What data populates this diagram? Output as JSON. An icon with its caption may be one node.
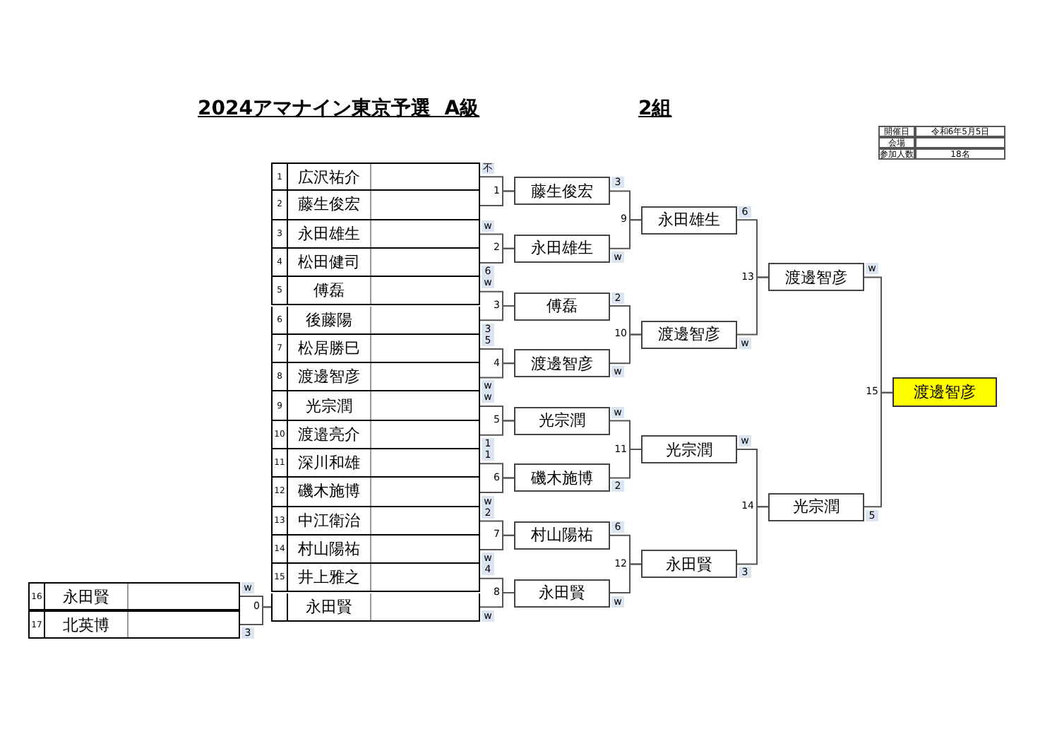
{
  "diagram": {
    "title": "2024アマナイン東京予選  A級",
    "nodes": [
      {
        "text": [
          "1",
          "広沢祐介"
        ],
        "beside": [
          "不"
        ]
      },
      {
        "text": [
          "2",
          "藤生俊宏"
        ]
      },
      {
        "text": [
          "3",
          "永田雄生"
        ],
        "beside": [
          "w"
        ]
      },
      {
        "text": [
          "4",
          "松田健司"
        ],
        "beside": [
          "6"
        ]
      },
      {
        "text": [
          "5",
          "傅磊"
        ],
        "beside": [
          "w"
        ]
      },
      {
        "text": [
          "6",
          "後藤陽"
        ],
        "beside": [
          "3"
        ]
      },
      {
        "text": [
          "7",
          "松居勝巳"
        ],
        "beside": [
          "5"
        ]
      },
      {
        "text": [
          "8",
          "渡邊智彦"
        ],
        "beside": [
          "w"
        ]
      },
      {
        "text": [
          "9",
          "光宗潤"
        ],
        "beside": [
          "w"
        ]
      },
      {
        "text": [
          "10",
          "渡邉亮介"
        ],
        "beside": [
          "1"
        ]
      },
      {
        "text": [
          "11",
          "深川和雄"
        ],
        "beside": [
          "1"
        ]
      },
      {
        "text": [
          "12",
          "磯木施博"
        ],
        "beside": [
          "w"
        ]
      },
      {
        "text": [
          "13",
          "中江衛治"
        ],
        "beside": [
          "2"
        ]
      },
      {
        "text": [
          "14",
          "村山陽祐"
        ],
        "beside": [
          "w"
        ]
      },
      {
        "text": [
          "15",
          "井上雅之"
        ],
        "beside": [
          "4"
        ]
      },
      {
        "text": [
          "永田賢"
        ],
        "beside": [
          "w"
        ]
      },
      {
        "text": [
          "16",
          "永田賢"
        ],
        "beside": [
          "w"
        ]
      },
      {
        "text": [
          "17",
          "北英博"
        ],
        "beside": [
          "3"
        ]
      },
      {
        "text": [
          "藤生俊宏"
        ],
        "beside": [
          "3"
        ]
      },
      {
        "text": [
          "永田雄生"
        ],
        "beside": [
          "w"
        ]
      },
      {
        "text": [
          "傅磊"
        ],
        "beside": [
          "2"
        ]
      },
      {
        "text": [
          "渡邊智彦"
        ],
        "beside": [
          "w"
        ]
      },
      {
        "text": [
          "光宗潤"
        ],
        "beside": [
          "w"
        ]
      },
      {
        "text": [
          "磯木施博"
        ],
        "beside": [
          "2"
        ]
      },
      {
        "text": [
          "村山陽祐"
        ],
        "beside": [
          "6"
        ]
      },
      {
        "text": [
          "永田賢"
        ],
        "beside": [
          "w"
        ]
      },
      {
        "text": [
          "永田雄生"
        ],
        "beside": [
          "6"
        ]
      },
      {
        "text": [
          "渡邊智彦"
        ],
        "beside": [
          "w"
        ]
      },
      {
        "text": [
          "光宗潤"
        ],
        "beside": [
          "w"
        ]
      },
      {
        "text": [
          "永田賢"
        ],
        "beside": [
          "3"
        ]
      },
      {
        "text": [
          "渡邊智彦"
        ],
        "beside": [
          "w"
        ]
      },
      {
        "text": [
          "光宗潤"
        ],
        "beside": [
          "5"
        ]
      },
      {
        "text": [
          "渡邊智彦"
        ]
      }
    ],
    "edges": [
      {
        "from": 16,
        "to": 15,
        "arrow": "none"
      },
      {
        "from": 17,
        "to": 15,
        "arrow": "none"
      },
      {
        "from": 0,
        "to": 18,
        "arrow": "none"
      },
      {
        "from": 1,
        "to": 18,
        "arrow": "none"
      },
      {
        "from": 2,
        "to": 19,
        "arrow": "none"
      },
      {
        "from": 3,
        "to": 19,
        "arrow": "none"
      },
      {
        "from": 4,
        "to": 20,
        "arrow": "none"
      },
      {
        "from": 5,
        "to": 20,
        "arrow": "none"
      },
      {
        "from": 6,
        "to": 21,
        "arrow": "none"
      },
      {
        "from": 7,
        "to": 21,
        "arrow": "none"
      },
      {
        "from": 8,
        "to": 22,
        "arrow": "none"
      },
      {
        "from": 9,
        "to": 22,
        "arrow": "none"
      },
      {
        "from": 10,
        "to": 23,
        "arrow": "none"
      },
      {
        "from": 11,
        "to": 23,
        "arrow": "none"
      },
      {
        "from": 12,
        "to": 24,
        "arrow": "none"
      },
      {
        "from": 13,
        "to": 24,
        "arrow": "none"
      },
      {
        "from": 14,
        "to": 25,
        "arrow": "none"
      },
      {
        "from": 15,
        "to": 25,
        "arrow": "none"
      },
      {
        "from": 18,
        "to": 26,
        "arrow": "none"
      },
      {
        "from": 19,
        "to": 26,
        "arrow": "none"
      },
      {
        "from": 20,
        "to": 27,
        "arrow": "none"
      },
      {
        "from": 21,
        "to": 27,
        "arrow": "none"
      },
      {
        "from": 22,
        "to": 28,
        "arrow": "none"
      },
      {
        "from": 23,
        "to": 28,
        "arrow": "none"
      },
      {
        "from": 24,
        "to": 29,
        "arrow": "none"
      },
      {
        "from": 25,
        "to": 29,
        "arrow": "none"
      },
      {
        "from": 26,
        "to": 30,
        "arrow": "none"
      },
      {
        "from": 27,
        "to": 30,
        "arrow": "none"
      },
      {
        "from": 28,
        "to": 31,
        "arrow": "none"
      },
      {
        "from": 29,
        "to": 31,
        "arrow": "none"
      },
      {
        "from": 30,
        "to": 32,
        "arrow": "none"
      },
      {
        "from": 31,
        "to": 32,
        "arrow": "none"
      }
    ],
    "labels": [
      "2組",
      "開催日",
      "令和6年5月5日",
      "会場",
      "参加人数",
      "18名",
      "1",
      "2",
      "3",
      "4",
      "5",
      "6",
      "7",
      "8",
      "9",
      "10",
      "11",
      "12",
      "13",
      "14",
      "15",
      "0"
    ]
  }
}
